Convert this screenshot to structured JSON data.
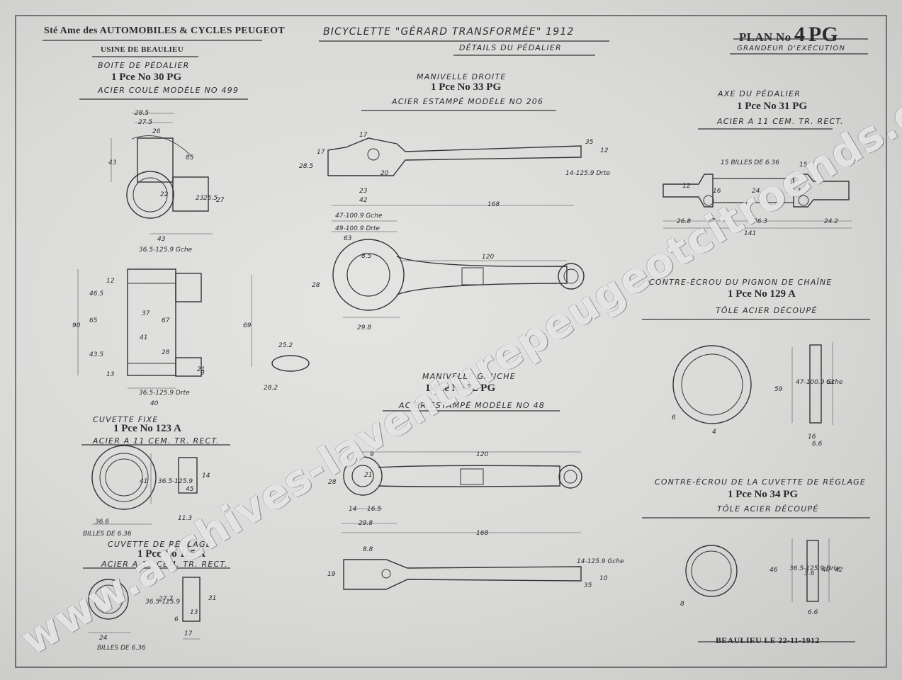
{
  "header": {
    "company": "Sté Ame des AUTOMOBILES & CYCLES PEUGEOT",
    "factory": "USINE DE BEAULIEU",
    "title": "BICYCLETTE \"GÉRARD TRANSFORMÉE\" 1912",
    "subtitle": "DÉTAILS DU PÉDALIER",
    "plan_prefix": "PLAN No",
    "plan_number": "4",
    "plan_suffix": "PG",
    "scale": "GRANDEUR D'EXÉCUTION"
  },
  "parts": {
    "boite": {
      "name": "BOITE DE PÉDALIER",
      "ref": "1 Pce No 30 PG",
      "material": "ACIER COULÉ MODÈLE No 499"
    },
    "manivelle_droite": {
      "name": "MANIVELLE DROITE",
      "ref": "1 Pce No 33 PG",
      "material": "ACIER ESTAMPÉ MODÈLE No 206"
    },
    "axe": {
      "name": "AXE DU PÉDALIER",
      "ref": "1 Pce No 31 PG",
      "material": "ACIER A 11 CEM. TR. RECT."
    },
    "contre_ecrou_pignon": {
      "name": "CONTRE-ÉCROU DU PIGNON DE CHAÎNE",
      "ref": "1 Pce No 129 A",
      "material": "TÔLE ACIER DÉCOUPÉ"
    },
    "manivelle_gauche": {
      "name": "MANIVELLE GAUCHE",
      "ref": "1 Pce No 32 PG",
      "material": "ACIER ESTAMPÉ MODÈLE No 48"
    },
    "cuvette_fixe": {
      "name": "CUVETTE FIXE",
      "ref": "1 Pce No 123 A",
      "material": "ACIER A 11 CEM. TR. RECT."
    },
    "cuvette_reglage": {
      "name": "CUVETTE DE RÉGLAGE",
      "ref": "1 Pce No 125 A",
      "material": "ACIER A 11 CEM. TR. RECT."
    },
    "contre_ecrou_cuvette": {
      "name": "CONTRE-ÉCROU DE LA CUVETTE DE RÉGLAGE",
      "ref": "1 Pce No 34 PG",
      "material": "TÔLE ACIER DÉCOUPÉ"
    }
  },
  "notes": {
    "billes_axe": "15 BILLES DE 6.36",
    "billes_fixe": "BILLES DE 6.36",
    "billes_reglage": "BILLES DE 6.36"
  },
  "dimensions": {
    "boite": [
      "28.5",
      "27.5",
      "26",
      "43",
      "85",
      "22",
      "23",
      "25.5",
      "27",
      "43",
      "36.5-125.9 Gche",
      "46.5",
      "12",
      "90",
      "65",
      "37",
      "67",
      "41",
      "69",
      "43.5",
      "28",
      "21",
      "13",
      "36.5-125.9 Drte",
      "40",
      "25.2",
      "28.2",
      "9"
    ],
    "manivelle_droite": [
      "17",
      "28.5",
      "17",
      "23",
      "42",
      "47-100.9 Gche",
      "49-100.9 Drte",
      "63",
      "168",
      "14-125.9 Drte",
      "35",
      "12",
      "20",
      "8.5",
      "120",
      "28",
      "29.8"
    ],
    "axe": [
      "15",
      "12",
      "17.3",
      "24",
      "16",
      "26.8",
      "7",
      "76.3",
      "24.2",
      "141"
    ],
    "manivelle_gauche": [
      "9",
      "120",
      "28",
      "21",
      "14",
      "16.5",
      "29.8",
      "168",
      "8.8",
      "19",
      "14-125.9 Gche",
      "35",
      "10"
    ],
    "cuvette_fixe": [
      "41",
      "36.5-125.9",
      "45",
      "14",
      "36.6",
      "11.3"
    ],
    "cuvette_reglage": [
      "27.7",
      "31",
      "13",
      "24",
      "6",
      "17",
      "36.5-125.9"
    ],
    "contre_ecrou_pignon": [
      "47-100.9 Gche",
      "63",
      "59",
      "16",
      "6.6",
      "6",
      "4"
    ],
    "contre_ecrou_cuvette": [
      "46",
      "36.5-125.9 Drte",
      "40",
      "42",
      "3.6",
      "6.6",
      "8"
    ]
  },
  "footer": {
    "place_date": "BEAULIEU LE 22-11-1912"
  },
  "watermark": "www.archives-laventurepeugeotcitroends.com",
  "colors": {
    "paper": "#dcdddb",
    "ink": "#2a2a2a",
    "watermark": "#ffffff"
  }
}
